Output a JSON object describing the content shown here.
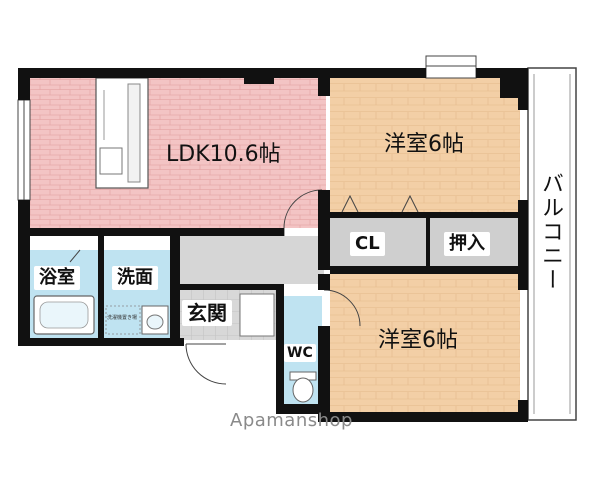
{
  "rooms": {
    "ldk": "LDK10.6帖",
    "western_top": "洋室6帖",
    "western_bottom": "洋室6帖",
    "closet": "CL",
    "oshiire": "押入",
    "bath": "浴室",
    "washroom": "洗面",
    "entrance": "玄関",
    "toilet": "WC",
    "balcony": "バルコニー",
    "washer_note": "洗濯機置き場"
  },
  "watermark": "Apamanshop",
  "colors": {
    "wall": "#111111",
    "ldk_floor": "#f3c4c4",
    "western_floor": "#f3cfa6",
    "wet_floor": "#bfe3f1",
    "entrance_floor": "#d6d6d6",
    "closet_floor": "#cfcfcf",
    "balcony_floor": "#ffffff"
  }
}
